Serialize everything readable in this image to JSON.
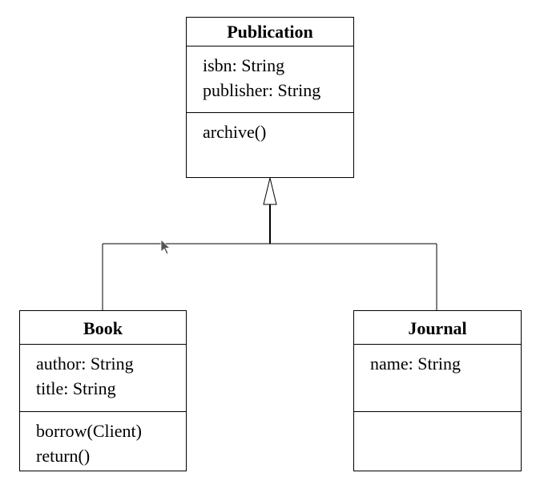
{
  "diagram": {
    "classes": [
      {
        "name": "Publication",
        "attributes": [
          "isbn: String",
          "publisher: String"
        ],
        "operations": [
          "archive()"
        ]
      },
      {
        "name": "Book",
        "attributes": [
          "author: String",
          "title: String"
        ],
        "operations": [
          "borrow(Client)",
          "return()"
        ]
      },
      {
        "name": "Journal",
        "attributes": [
          "name: String"
        ],
        "operations": []
      }
    ],
    "relations": [
      {
        "type": "generalization",
        "from": "Book",
        "to": "Publication"
      },
      {
        "type": "generalization",
        "from": "Journal",
        "to": "Publication"
      }
    ]
  },
  "cursor_icon": "mouse-pointer-icon",
  "colors": {
    "line": "#000000",
    "background": "#ffffff",
    "cursor": "#555555"
  }
}
